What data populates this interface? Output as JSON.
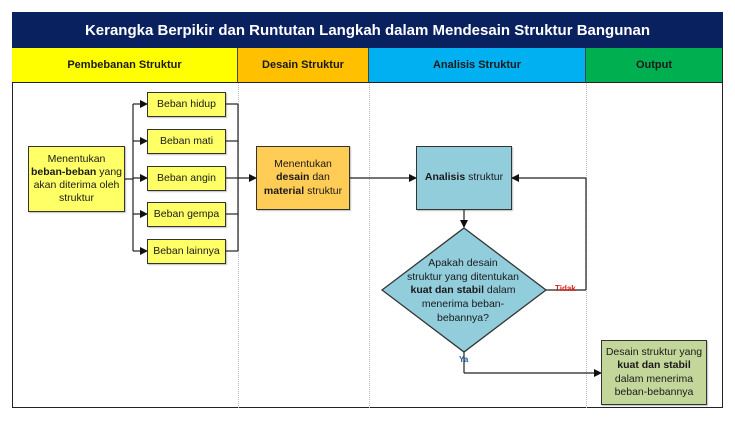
{
  "title": "Kerangka Berpikir dan Runtutan Langkah dalam Mendesain Struktur Bangunan",
  "colors": {
    "title_bg": "#0a2160",
    "pembebanan_header": "#ffff00",
    "desain_header": "#ffc000",
    "analisis_header": "#00b0f0",
    "output_header": "#00b050",
    "load_box": "#ffff66",
    "desain_box": "#ffcc55",
    "analisis_box": "#92cddc",
    "output_box": "#c4d79b",
    "tidak_label": "#e0201c",
    "ya_label": "#1f5fa8"
  },
  "columns": [
    {
      "label": "Pembebanan Struktur"
    },
    {
      "label": "Desain Struktur"
    },
    {
      "label": "Analisis Struktur"
    },
    {
      "label": "Output"
    }
  ],
  "pembebanan": {
    "main_box": {
      "line1": "Menentukan",
      "bold": "beban-beban",
      "rest": " yang akan diterima oleh struktur"
    },
    "loads": [
      {
        "label": "Beban hidup"
      },
      {
        "label": "Beban mati"
      },
      {
        "label": "Beban angin"
      },
      {
        "label": "Beban gempa"
      },
      {
        "label": "Beban lainnya"
      }
    ]
  },
  "desain": {
    "line1": "Menentukan",
    "bold1": "desain",
    "mid": " dan",
    "bold2": "material",
    "rest": " struktur"
  },
  "analisis": {
    "bold": "Analisis",
    "rest": " struktur"
  },
  "decision": {
    "line1": "Apakah desain",
    "line2": "struktur yang ditentukan",
    "bold": "kuat dan stabil",
    "line3_rest": " dalam",
    "line4": "menerima beban-",
    "line5": "bebannya?",
    "no_label": "Tidak",
    "yes_label": "Ya"
  },
  "output": {
    "line1": "Desain struktur yang",
    "bold": "kuat dan stabil",
    "line3": "dalam menerima",
    "line4": "beban-bebannya"
  }
}
